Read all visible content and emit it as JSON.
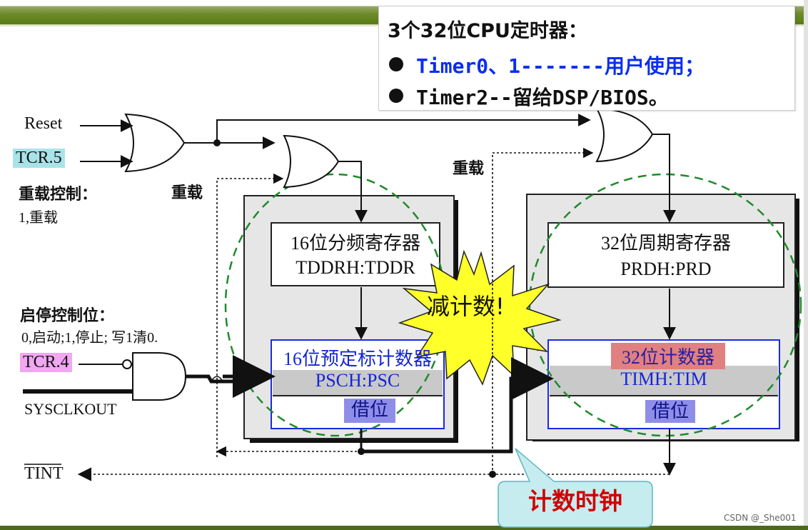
{
  "infobox": {
    "title": "3个32位CPU定时器：",
    "line1": "Timer0、1-------用户使用；",
    "line2": "Timer2--留给DSP/BIOS。"
  },
  "inputs": {
    "reset": "Reset",
    "tcr5": "TCR.5",
    "reload_ctrl_title": "重载控制：",
    "reload_ctrl_value": "1,重载",
    "start_stop_title": "启停控制位：",
    "start_stop_desc": "0,启动;1,停止; 写1清0.",
    "tcr4": "TCR.4",
    "sysclkout": "SYSCLKOUT",
    "tint": "TINT"
  },
  "labels": {
    "reload_left": "重载",
    "reload_right": "重载"
  },
  "left_block": {
    "top_title": "16位分频寄存器",
    "top_reg": "TDDRH:TDDR",
    "counter_title": "16位预定标计数器",
    "counter_reg": "PSCH:PSC",
    "borrow": "借位"
  },
  "right_block": {
    "top_title": "32位周期寄存器",
    "top_reg": "PRDH:PRD",
    "counter_title": "32位计数器",
    "counter_reg": "TIMH:TIM",
    "borrow": "借位"
  },
  "callouts": {
    "countdown": "减计数!",
    "count_clock": "计数时钟"
  },
  "watermark": "CSDN @_She001",
  "colors": {
    "tcr5_bg": "#a9e3ea",
    "tcr4_bg": "#f1a7f1",
    "blue_border": "#1a2be0",
    "green_dash": "#1f8a2a",
    "star_fill": "#ffff2a",
    "callout_fill": "#c6ecf0",
    "callout_text": "#d10000",
    "counter32_label_bg": "#e08080",
    "borrow_bg": "#8e8ee8",
    "top_bar": "#557a15"
  }
}
